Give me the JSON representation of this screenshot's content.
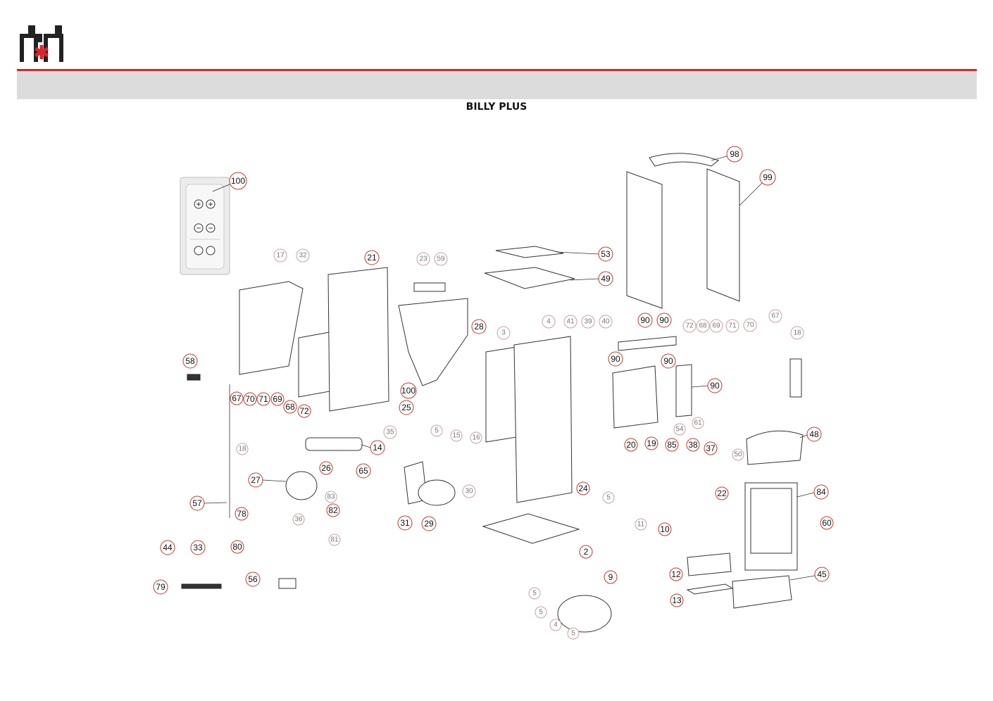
{
  "header": {
    "brand_logo_icon": "factory-logo-with-red-asterisk",
    "accent_color": "#d6262c",
    "bar_color": "#dcdcdc",
    "title": "BILLY PLUS"
  },
  "remote": {
    "plus_left": "+",
    "minus_left": "−",
    "plus_right": "+",
    "minus_right": "−"
  },
  "callouts": {
    "c100a": "100",
    "c17": "17",
    "c32": "32",
    "c21": "21",
    "c23": "23",
    "c59": "59",
    "c53": "53",
    "c49": "49",
    "c98": "98",
    "c99": "99",
    "c28": "28",
    "c3": "3",
    "c4": "4",
    "c41": "41",
    "c39": "39",
    "c40": "40",
    "c90a": "90",
    "c90b": "90",
    "c72a": "72",
    "c68a": "68",
    "c69a": "69",
    "c71a": "71",
    "c70a": "70",
    "c67a": "67",
    "c18a": "18",
    "c58": "58",
    "c90c": "90",
    "c90d": "90",
    "c90e": "90",
    "c100b": "100",
    "c25": "25",
    "c67b": "67",
    "c70b": "70",
    "c71b": "71",
    "c69b": "69",
    "c68b": "68",
    "c72b": "72",
    "c35": "35",
    "c14": "14",
    "c5a": "5",
    "c15": "15",
    "c16": "16",
    "c54": "54",
    "c61": "61",
    "c48": "48",
    "c18b": "18",
    "c20": "20",
    "c19": "19",
    "c85": "85",
    "c38": "38",
    "c37": "37",
    "c50": "50",
    "c27": "27",
    "c26": "26",
    "c65": "65",
    "c30": "30",
    "c24": "24",
    "c5b": "5",
    "c22": "22",
    "c84": "84",
    "c57": "57",
    "c83": "83",
    "c82": "82",
    "c36": "36",
    "c31": "31",
    "c29": "29",
    "c11": "11",
    "c10": "10",
    "c78": "78",
    "c81": "81",
    "c60": "60",
    "c44": "44",
    "c33": "33",
    "c80": "80",
    "c2": "2",
    "c9": "9",
    "c12": "12",
    "c45": "45",
    "c79": "79",
    "c56": "56",
    "c5c": "5",
    "c13": "13",
    "c5d": "5",
    "c4b": "4",
    "c5e": "5"
  }
}
